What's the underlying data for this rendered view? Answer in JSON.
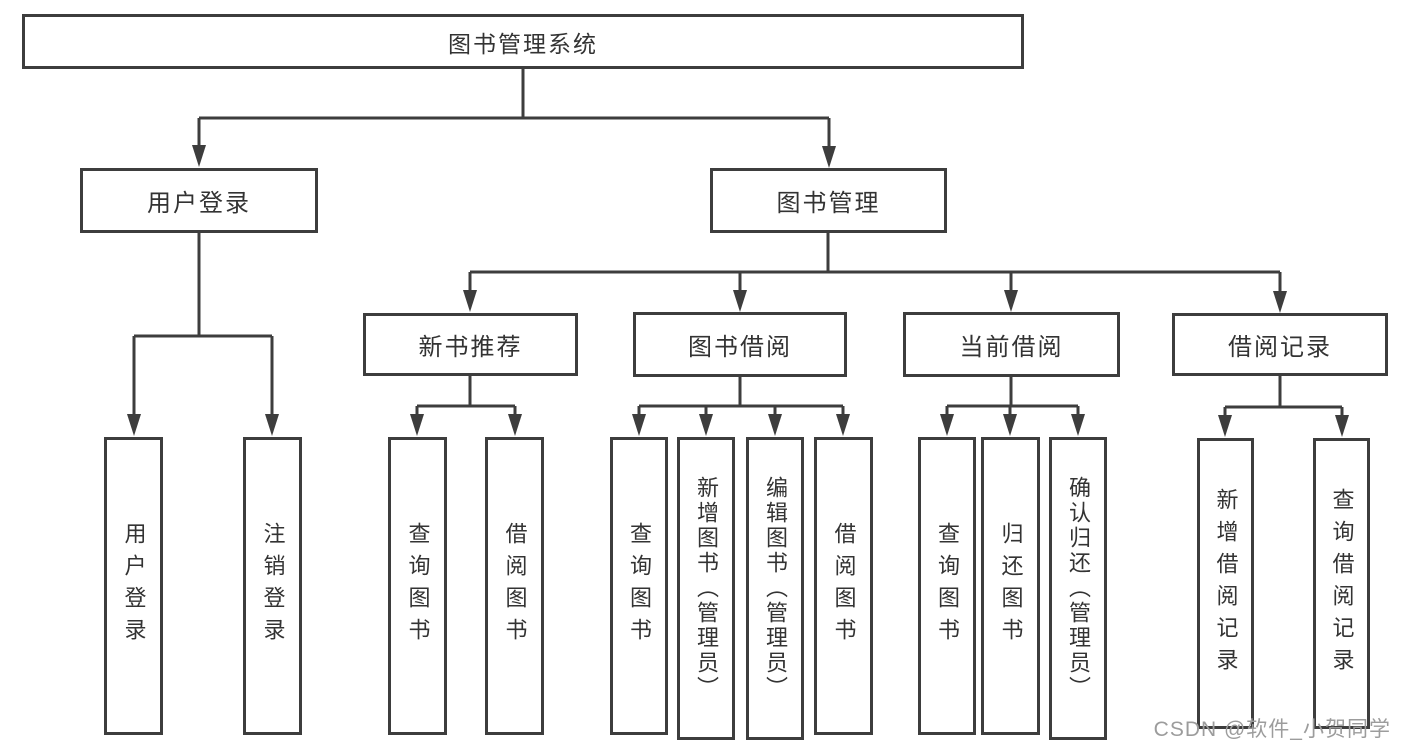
{
  "diagram": {
    "root": {
      "label": "图书管理系统"
    },
    "branches": [
      {
        "label": "用户登录",
        "children": [
          {
            "label": "用户登录"
          },
          {
            "label": "注销登录"
          }
        ]
      },
      {
        "label": "图书管理",
        "children": [
          {
            "label": "新书推荐",
            "children": [
              {
                "label": "查询图书"
              },
              {
                "label": "借阅图书"
              }
            ]
          },
          {
            "label": "图书借阅",
            "children": [
              {
                "label": "查询图书"
              },
              {
                "label": "新增图书（管理员）"
              },
              {
                "label": "编辑图书（管理员）"
              },
              {
                "label": "借阅图书"
              }
            ]
          },
          {
            "label": "当前借阅",
            "children": [
              {
                "label": "查询图书"
              },
              {
                "label": "归还图书"
              },
              {
                "label": "确认归还（管理员）"
              }
            ]
          },
          {
            "label": "借阅记录",
            "children": [
              {
                "label": "新增借阅记录"
              },
              {
                "label": "查询借阅记录"
              }
            ]
          }
        ]
      }
    ]
  },
  "colors": {
    "line": "#3d3d3d",
    "text": "#333333",
    "watermark": "#9c9c9c",
    "background": "#ffffff"
  },
  "watermark": {
    "label": "CSDN @软件_小贺同学"
  }
}
